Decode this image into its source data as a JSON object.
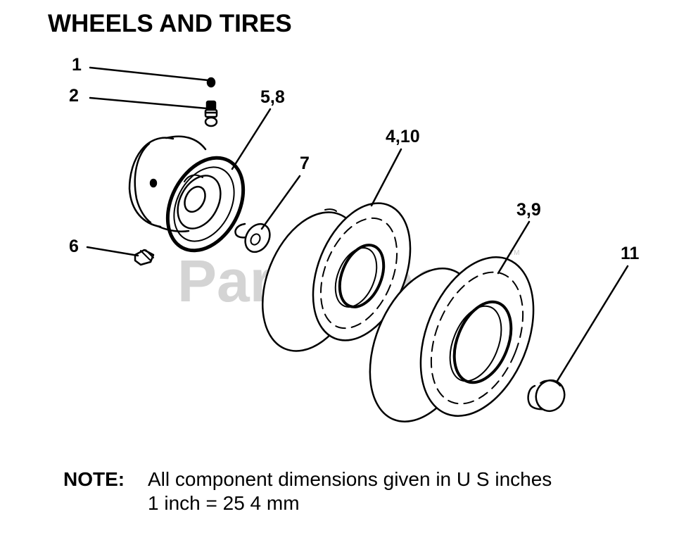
{
  "title": "WHEELS AND TIRES",
  "watermark": {
    "text": "PartsTree",
    "trademark": "TM"
  },
  "callouts": [
    {
      "id": "1",
      "label": "1"
    },
    {
      "id": "2",
      "label": "2"
    },
    {
      "id": "5-8",
      "label": "5,8"
    },
    {
      "id": "7",
      "label": "7"
    },
    {
      "id": "4-10",
      "label": "4,10"
    },
    {
      "id": "3-9",
      "label": "3,9"
    },
    {
      "id": "11",
      "label": "11"
    },
    {
      "id": "6",
      "label": "6"
    }
  ],
  "note": {
    "label": "NOTE:",
    "line1": "All component dimensions given in U S  inches",
    "line2": "1 inch = 25 4 mm"
  },
  "colors": {
    "ink": "#000000",
    "paper": "#ffffff",
    "watermark": "#d4d4d4"
  }
}
